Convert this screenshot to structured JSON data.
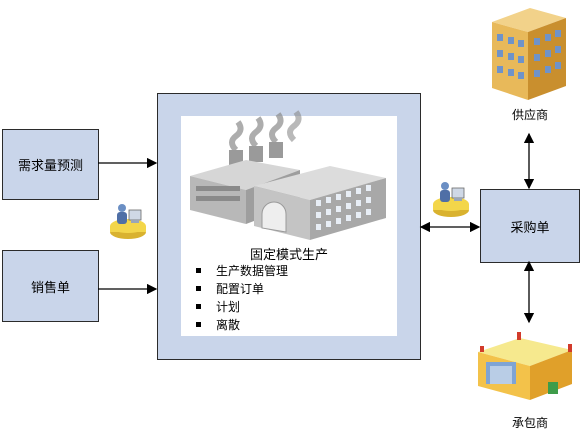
{
  "left_boxes": [
    {
      "label": "需求量预测"
    },
    {
      "label": "销售单"
    }
  ],
  "center": {
    "title": "固定模式生产",
    "features": [
      "生产数据管理",
      "配置订单",
      "计划",
      "离散"
    ]
  },
  "purchase": {
    "label": "采购单"
  },
  "supplier": {
    "label": "供应商"
  },
  "contractor": {
    "label": "承包商"
  },
  "colors": {
    "box_fill": "#c9d5ea",
    "border": "#2b2b2b",
    "user_disk": "#f3d64a",
    "building_wall": "#e8b95a"
  },
  "icons": [
    "factory-icon",
    "user-computer-icon",
    "office-building-icon",
    "warehouse-icon"
  ]
}
